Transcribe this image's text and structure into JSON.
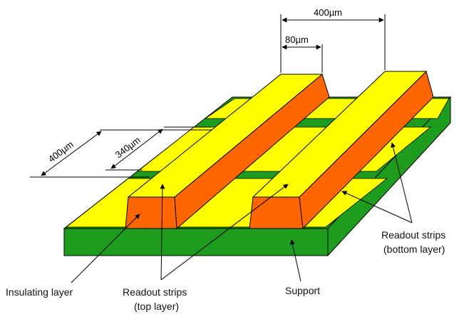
{
  "dimensions": {
    "top_pitch": "400µm",
    "top_width": "80µm",
    "bottom_pitch": "400µm",
    "bottom_width": "340µm"
  },
  "labels": {
    "insulating_layer": "Insulating layer",
    "readout_top_line1": "Readout strips",
    "readout_top_line2": "(top layer)",
    "support": "Support",
    "readout_bottom_line1": "Readout strips",
    "readout_bottom_line2": "(bottom layer)"
  },
  "colors": {
    "support_green": "#1e9c1e",
    "strip_yellow": "#ffff00",
    "insulator_orange": "#ff6600",
    "outline": "#000000"
  }
}
